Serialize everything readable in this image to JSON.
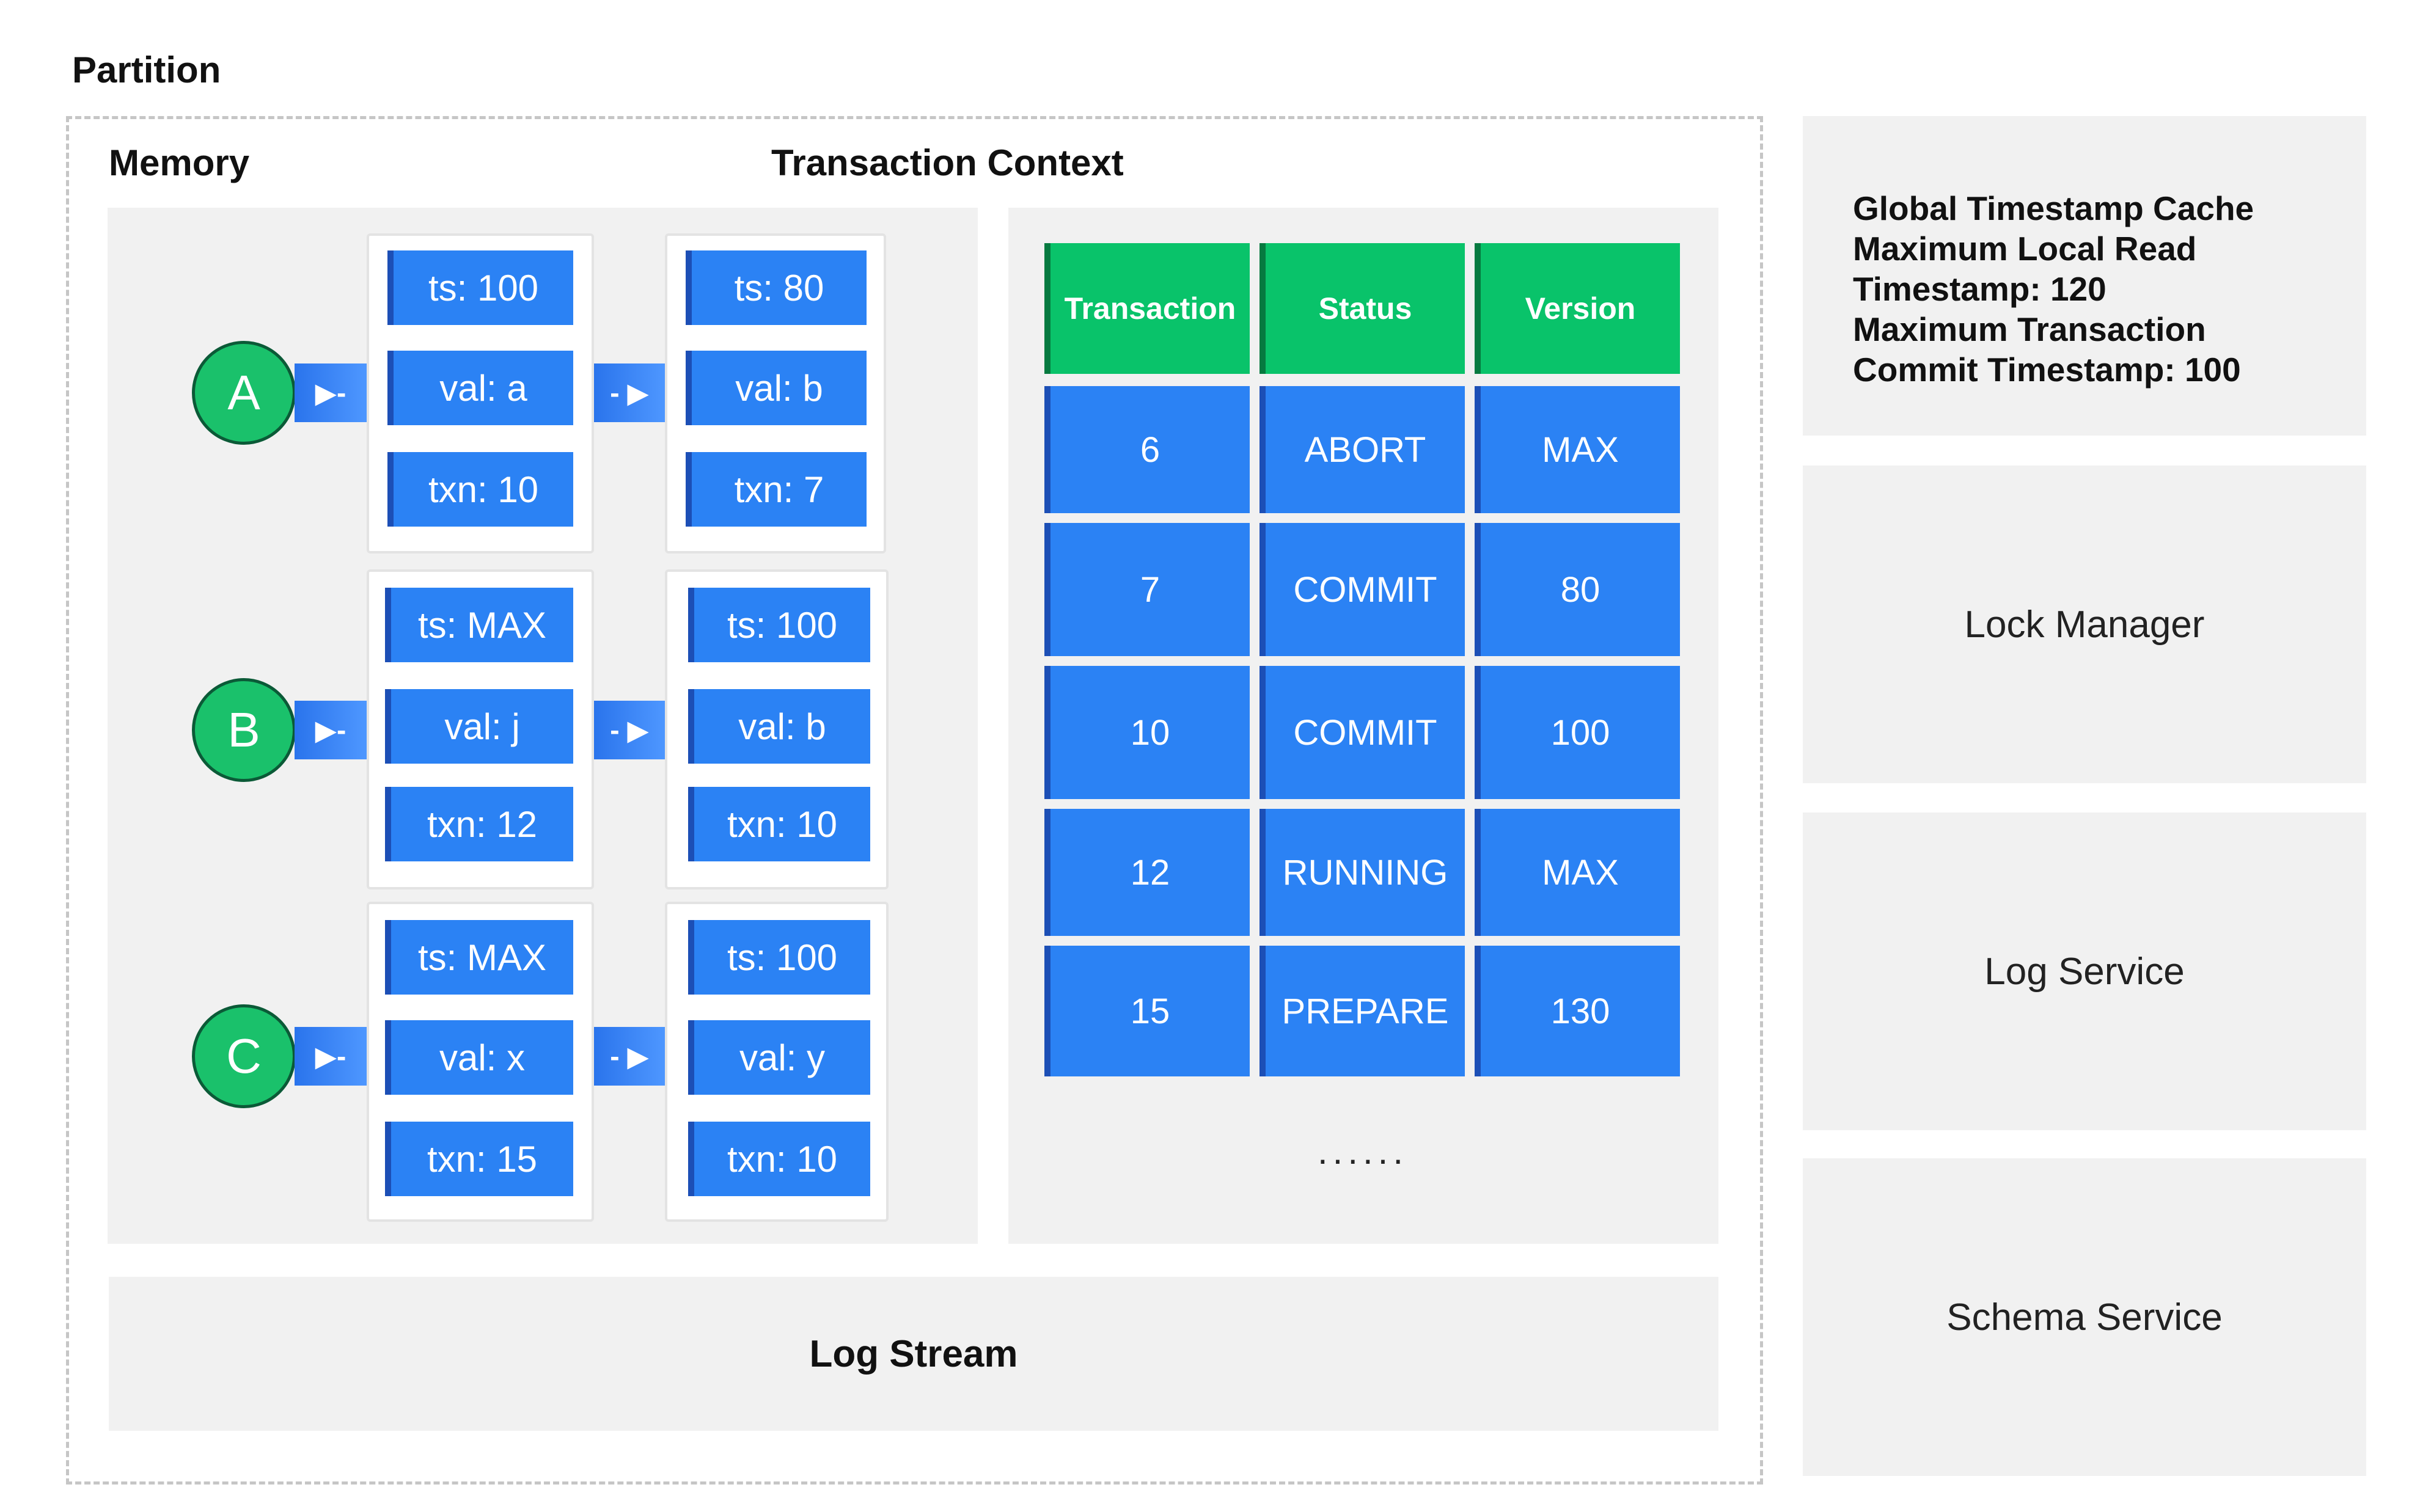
{
  "partition_label": "Partition",
  "memory": {
    "title": "Memory",
    "rows": [
      {
        "key": "A",
        "versions": [
          {
            "ts": "ts: 100",
            "val": "val: a",
            "txn": "txn: 10"
          },
          {
            "ts": "ts: 80",
            "val": "val: b",
            "txn": "txn: 7"
          }
        ]
      },
      {
        "key": "B",
        "versions": [
          {
            "ts": "ts: MAX",
            "val": "val: j",
            "txn": "txn: 12"
          },
          {
            "ts": "ts: 100",
            "val": "val: b",
            "txn": "txn: 10"
          }
        ]
      },
      {
        "key": "C",
        "versions": [
          {
            "ts": "ts: MAX",
            "val": "val: x",
            "txn": "txn: 15"
          },
          {
            "ts": "ts: 100",
            "val": "val: y",
            "txn": "txn: 10"
          }
        ]
      }
    ],
    "connector_glyph": "- ▶",
    "node_connector_glyph": "▶-"
  },
  "transaction_context": {
    "title": "Transaction Context",
    "headers": [
      "Transaction",
      "Status",
      "Version"
    ],
    "rows": [
      [
        "6",
        "ABORT",
        "MAX"
      ],
      [
        "7",
        "COMMIT",
        "80"
      ],
      [
        "10",
        "COMMIT",
        "100"
      ],
      [
        "12",
        "RUNNING",
        "MAX"
      ],
      [
        "15",
        "PREPARE",
        "130"
      ]
    ],
    "ellipsis": "......"
  },
  "log_stream": "Log Stream",
  "side_panels": {
    "global_timestamp_cache": "Global Timestamp Cache\nMaximum Local Read\nTimestamp: 120\nMaximum Transaction\nCommit Timestamp: 100",
    "lock_manager": "Lock Manager",
    "log_service": "Log Service",
    "schema_service": "Schema Service"
  },
  "colors": {
    "field_blue": "#2b82f4",
    "header_green": "#09c36a",
    "node_green": "#1ac16b",
    "panel_gray": "#f1f1f1"
  }
}
